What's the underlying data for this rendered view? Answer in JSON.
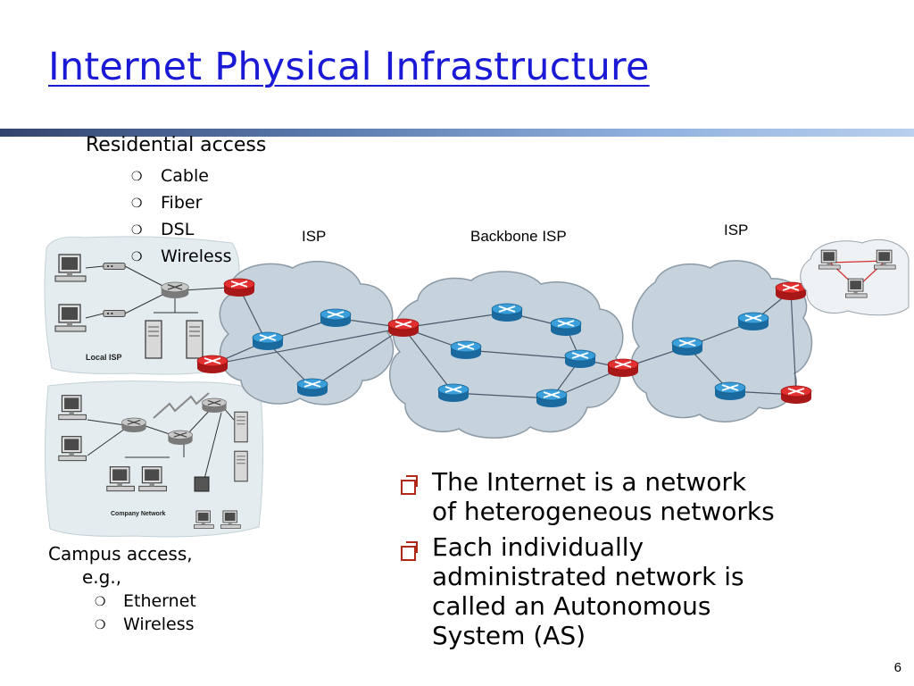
{
  "slide": {
    "title": "Internet Physical Infrastructure",
    "page_number": "6"
  },
  "residential": {
    "heading": "Residential access",
    "items": [
      "Cable",
      "Fiber",
      "DSL",
      "Wireless"
    ]
  },
  "campus": {
    "heading_line1": "Campus access,",
    "heading_line2": "e.g.,",
    "items": [
      "Ethernet",
      "Wireless"
    ]
  },
  "diagram": {
    "labels": {
      "isp_left": "ISP",
      "backbone": "Backbone ISP",
      "isp_right": "ISP",
      "local_isp": "Local ISP",
      "company_network": "Company Network"
    },
    "colors": {
      "edge_router": "#d42727",
      "core_router": "#2a8ecf",
      "cloud_fill": "#c6d2dc",
      "cloud_stroke": "#8c9aa6",
      "inset_fill": "#e4ecef"
    }
  },
  "bullets": [
    {
      "line1": "The Internet is a network",
      "line2": "of heterogeneous networks"
    },
    {
      "line1": "Each individually",
      "line2": "administrated network is",
      "line3": "called an Autonomous",
      "line4": "System (AS)"
    }
  ],
  "marker_glyph": "❍"
}
